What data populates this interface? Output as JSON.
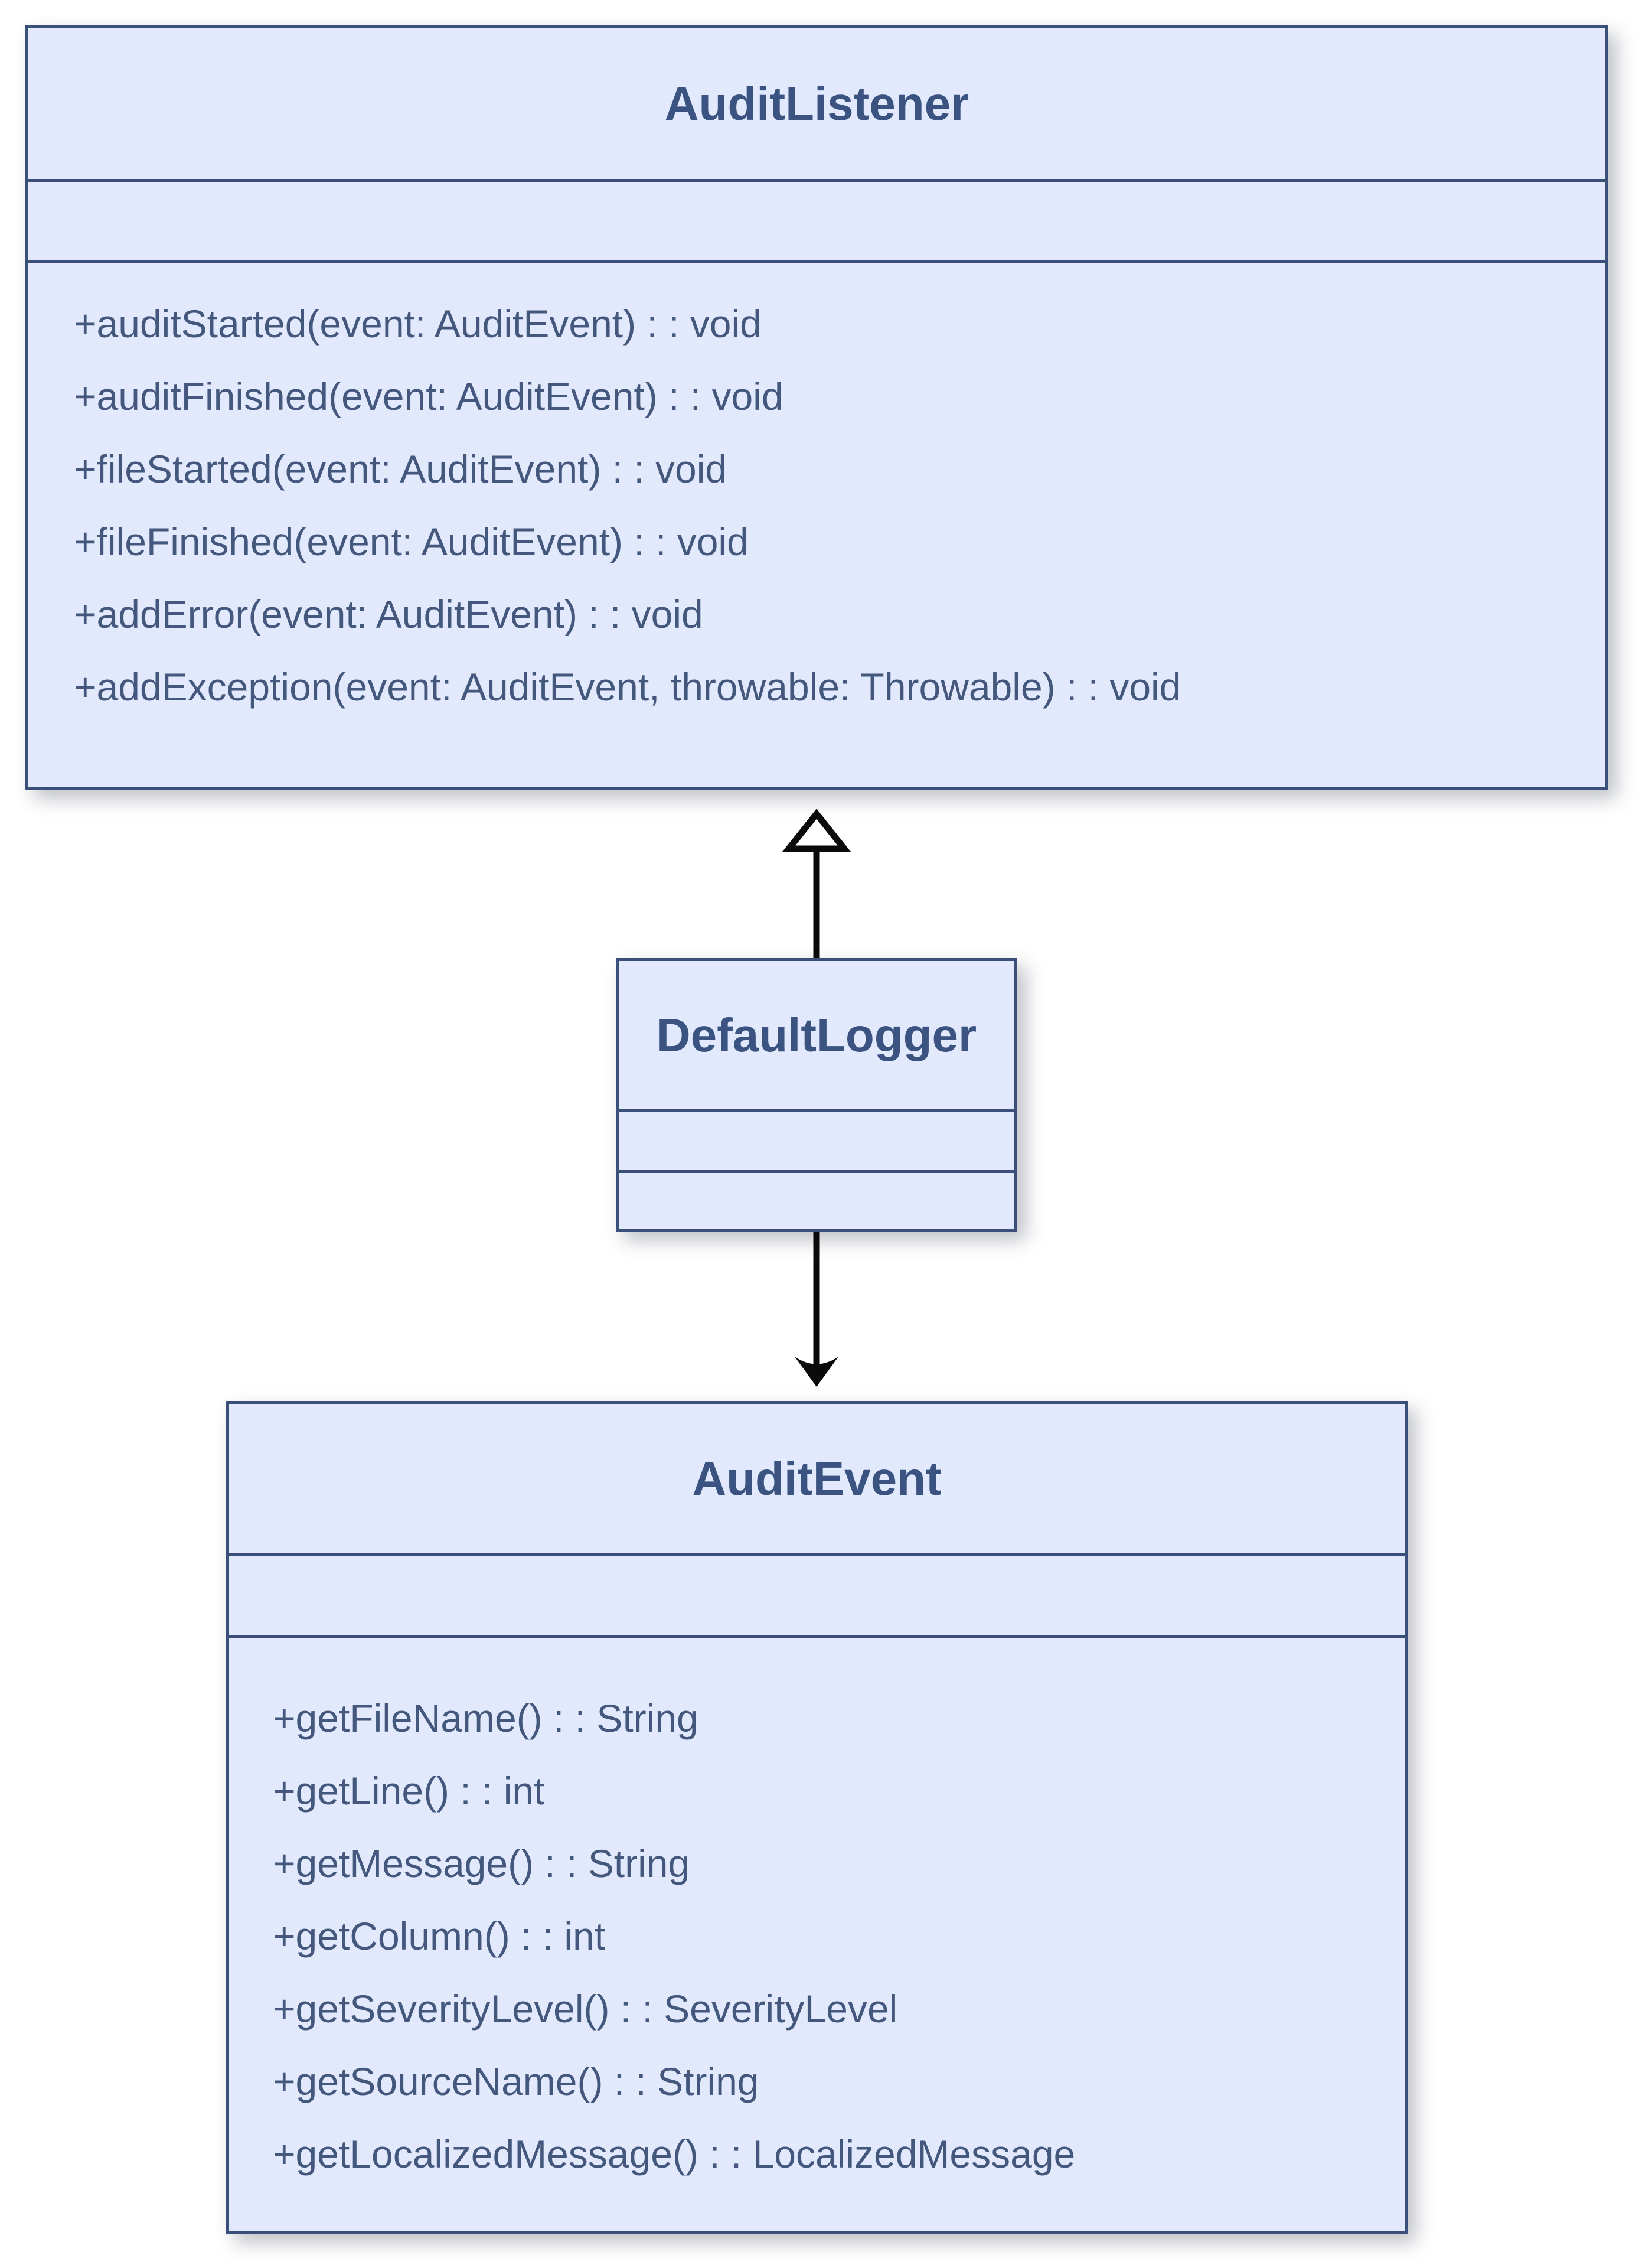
{
  "diagram": {
    "background": "#ffffff",
    "box_fill": "#e2e9fc",
    "box_border": "#3a4f79",
    "title_color": "#3a5380",
    "method_color": "#44587d",
    "connector_color": "#0a0a0a"
  },
  "classes": [
    {
      "name": "AuditListener",
      "attributes": [],
      "methods": [
        "+auditStarted(event: AuditEvent) : : void",
        "+auditFinished(event: AuditEvent) : : void",
        "+fileStarted(event: AuditEvent) : : void",
        "+fileFinished(event: AuditEvent) : : void",
        "+addError(event: AuditEvent) : : void",
        "+addException(event: AuditEvent, throwable: Throwable) : : void"
      ]
    },
    {
      "name": "DefaultLogger",
      "attributes": [],
      "methods": []
    },
    {
      "name": "AuditEvent",
      "attributes": [],
      "methods": [
        "+getFileName() : : String",
        "+getLine() : : int",
        "+getMessage() : : String",
        "+getColumn() : : int",
        "+getSeverityLevel() : : SeverityLevel",
        "+getSourceName() : : String",
        "+getLocalizedMessage() : : LocalizedMessage"
      ]
    }
  ],
  "relationships": [
    {
      "type": "generalization",
      "from": "DefaultLogger",
      "to": "AuditListener",
      "arrowhead": "hollow-triangle"
    },
    {
      "type": "directed-association",
      "from": "DefaultLogger",
      "to": "AuditEvent",
      "arrowhead": "filled-barb"
    }
  ]
}
